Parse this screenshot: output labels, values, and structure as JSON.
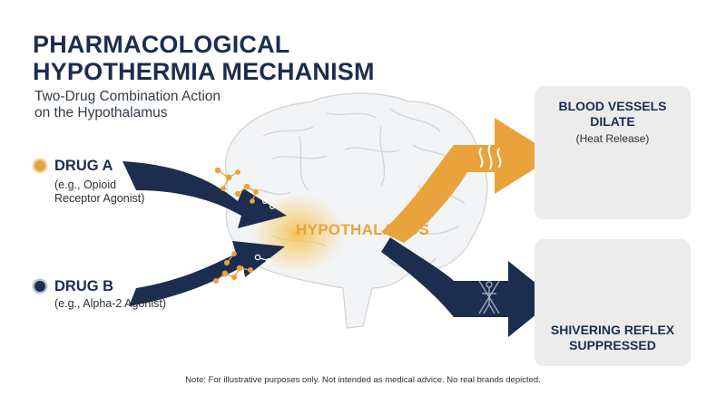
{
  "title": {
    "line1": "PHARMACOLOGICAL",
    "line2": "HYPOTHERMIA MECHANISM"
  },
  "subtitle": {
    "line1": "Two-Drug Combination Action",
    "line2": "on the Hypothalamus"
  },
  "drugs": [
    {
      "name": "DRUG A",
      "desc_line1": "(e.g., Opioid",
      "desc_line2": "Receptor Agonist)",
      "color": "#e8a33d"
    },
    {
      "name": "DRUG B",
      "desc_line1": "(e.g., Alpha-2 Agonist)",
      "color": "#1c2d4f"
    }
  ],
  "center_label": "HYPOTHALAMUS",
  "outcomes": {
    "heat": {
      "title_line1": "BLOOD VESSELS",
      "title_line2": "DILATE",
      "sub": "(Heat Release)",
      "icon": "blood-vessel-icon"
    },
    "shiver": {
      "title_line1": "SHIVERING REFLEX",
      "title_line2": "SUPPRESSED",
      "icon": "shivering-person-crossed-icon"
    }
  },
  "colors": {
    "navy": "#1c2d4f",
    "orange": "#e8a33d",
    "panel": "#ececec"
  },
  "note": "Note: For illustrative purposes only. Not intended as medical advice. No real brands depicted."
}
